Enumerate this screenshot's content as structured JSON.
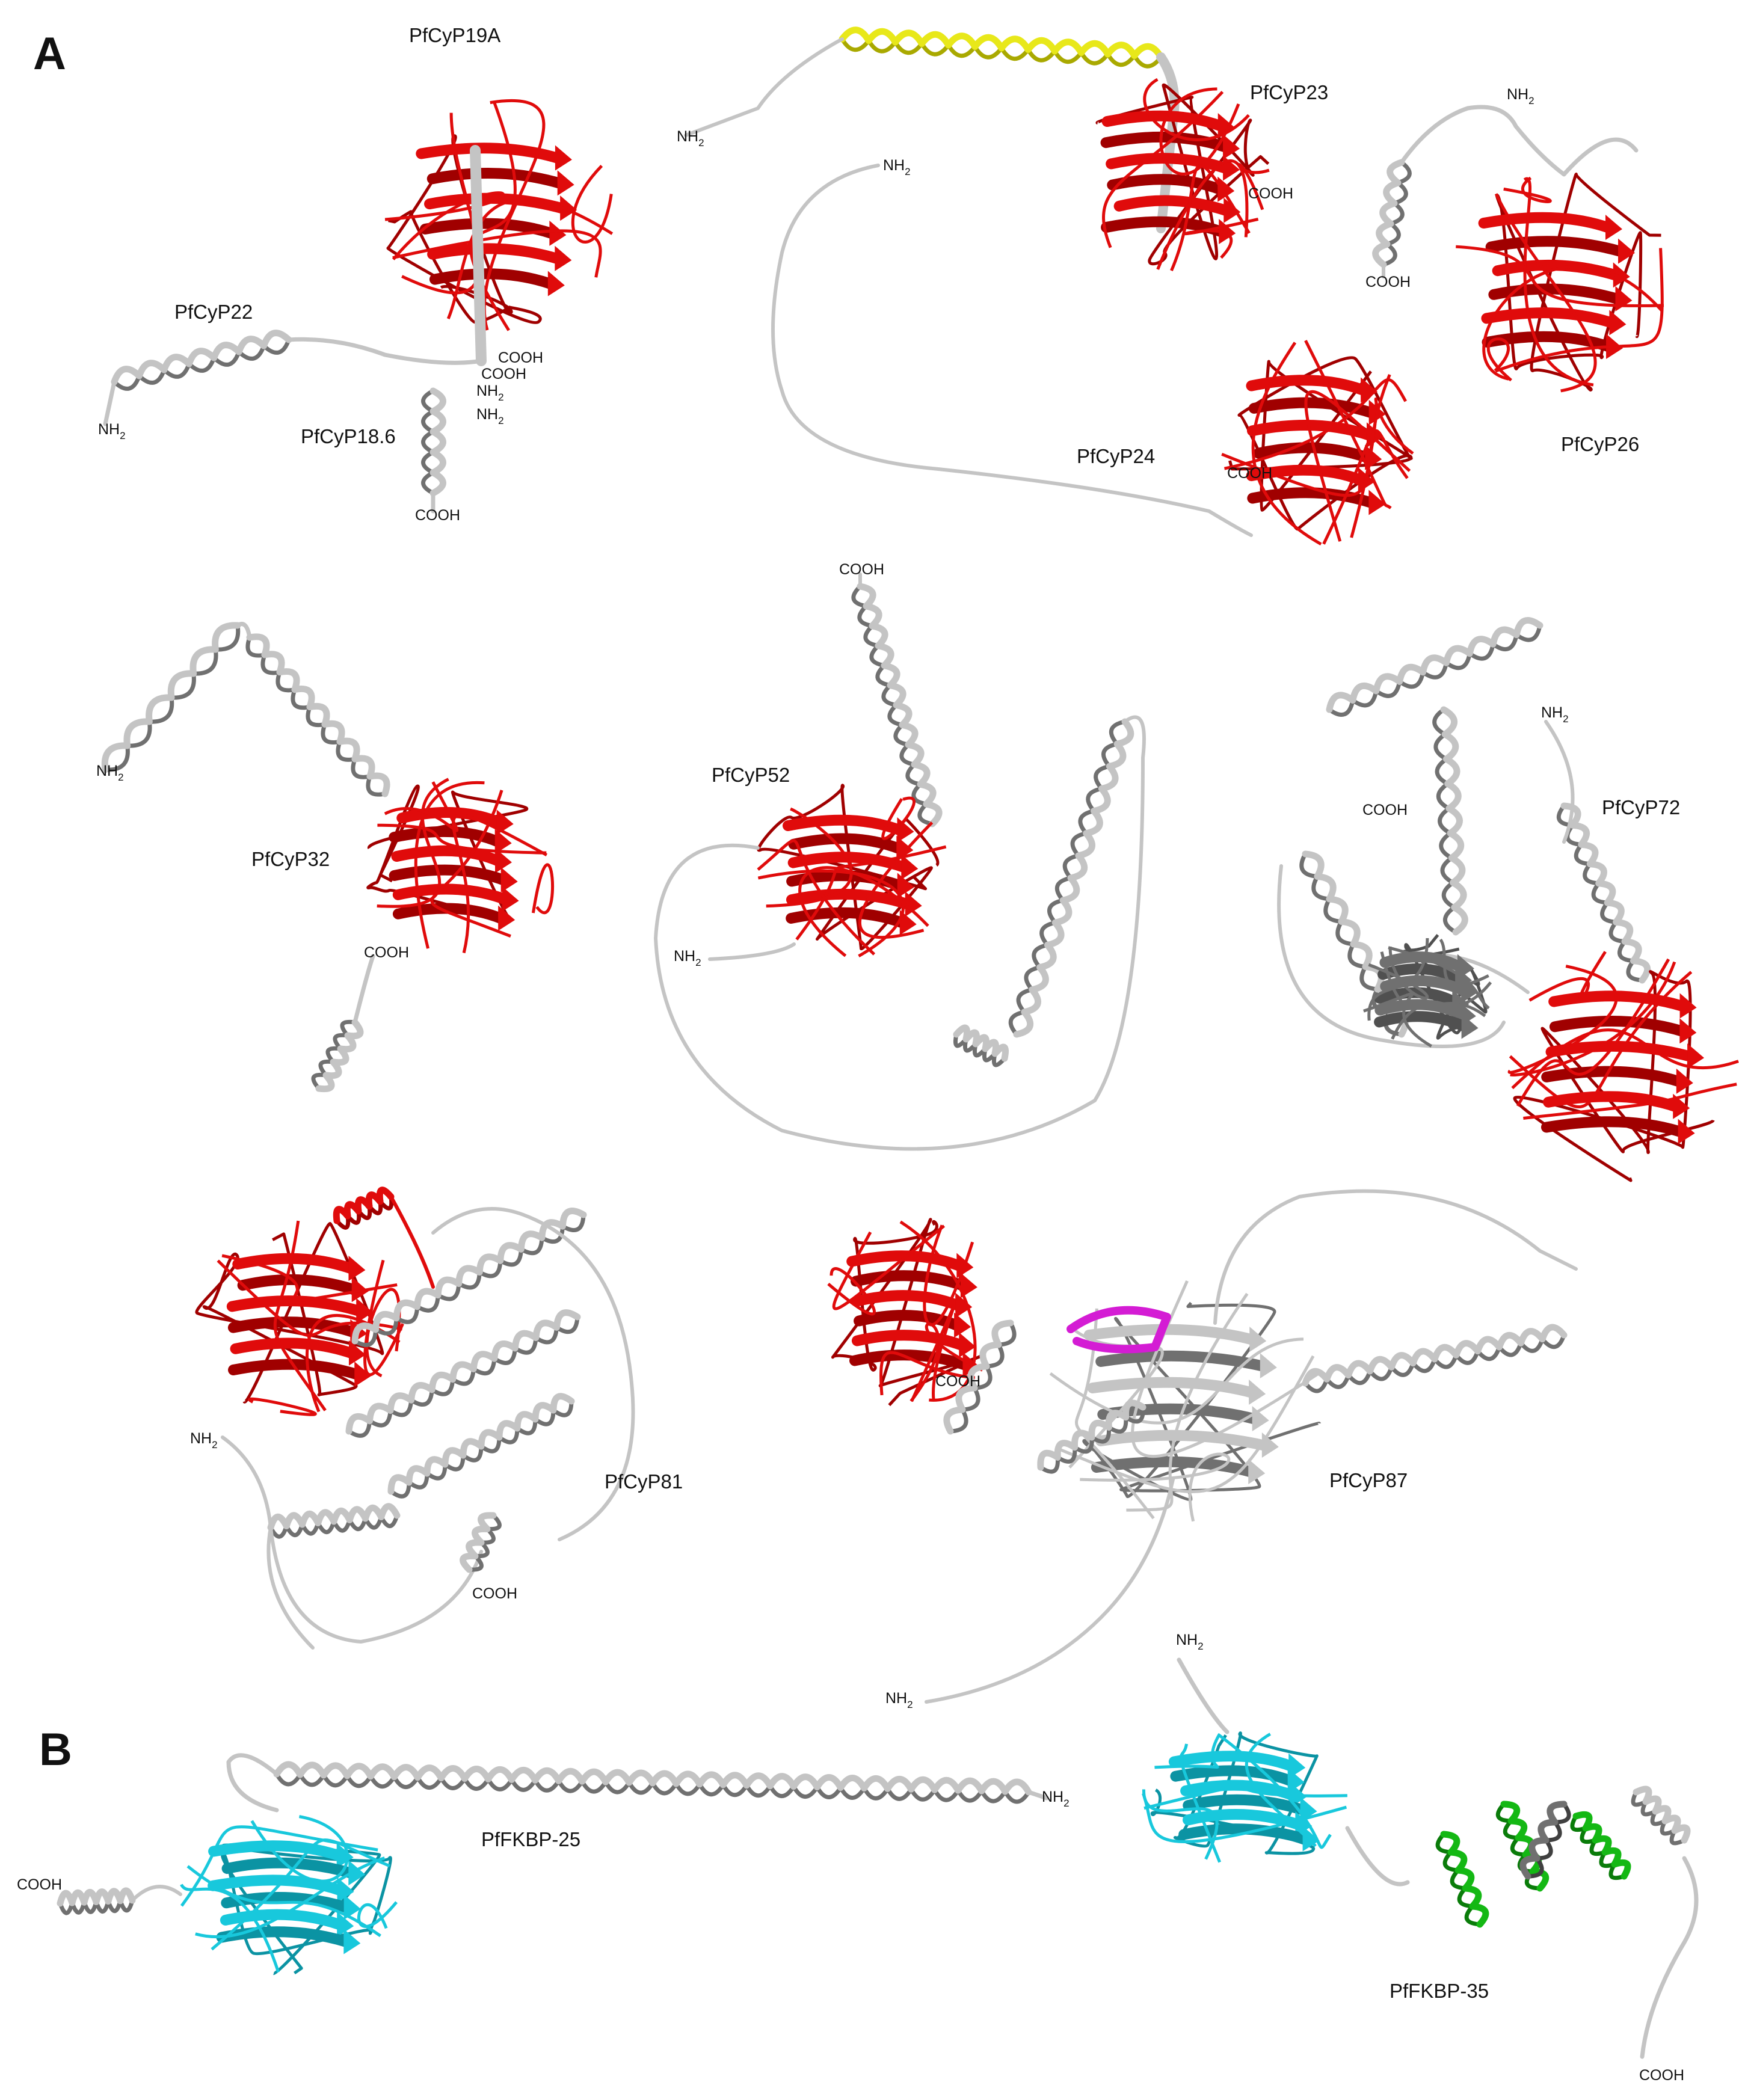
{
  "panels": {
    "a": "A",
    "b": "B"
  },
  "colors": {
    "cyclophilin_domain": "#e00b0b",
    "cyclophilin_domain_dark": "#a00000",
    "fkbp_domain": "#18c8dc",
    "fkbp_domain_dark": "#0b93a3",
    "tpr_domain": "#14b814",
    "tpr_domain_dark": "#0a7c0a",
    "helix_yellow": "#e8e81a",
    "beta_magenta": "#d41cd4",
    "other_regions": "#c4c4c4",
    "other_regions_dark": "#707070"
  },
  "icons": [
    "ribbon-structure"
  ],
  "termini": {
    "n": "NH",
    "n_sub": "2",
    "c": "COOH"
  },
  "proteins": {
    "cyp19a": "PfCyP19A",
    "cyp22": "PfCyP22",
    "cyp18_6": "PfCyP18.6",
    "cyp23": "PfCyP23",
    "cyp24": "PfCyP24",
    "cyp26": "PfCyP26",
    "cyp32": "PfCyP32",
    "cyp52": "PfCyP52",
    "cyp72": "PfCyP72",
    "cyp81": "PfCyP81",
    "cyp87": "PfCyP87",
    "fkbp25": "PfFKBP-25",
    "fkbp35": "PfFKBP-35"
  }
}
